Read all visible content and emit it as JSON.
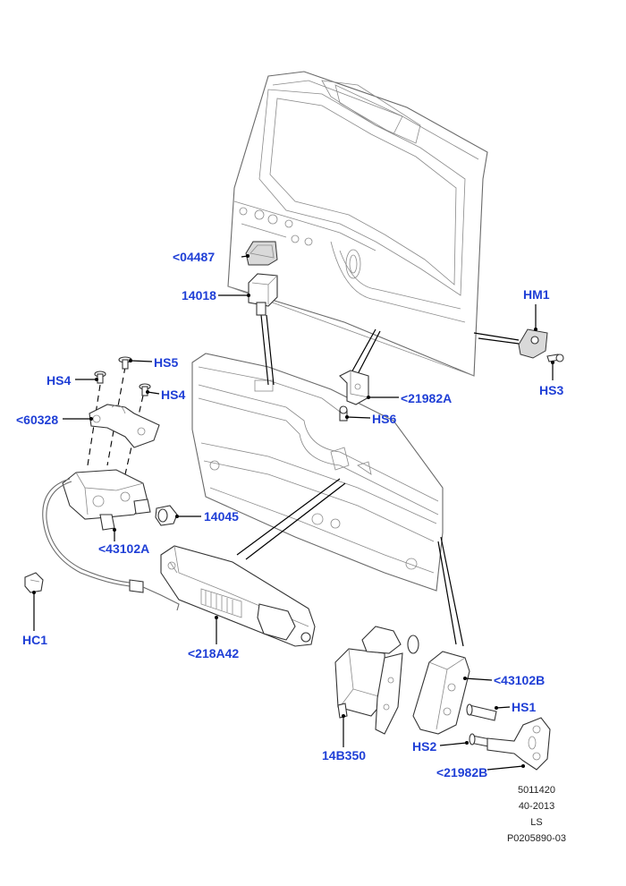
{
  "callouts": {
    "c04487": "<04487",
    "c14018": "14018",
    "hm1": "HM1",
    "hs3": "HS3",
    "hs5": "HS5",
    "hs4a": "HS4",
    "hs4b": "HS4",
    "c60328": "<60328",
    "c21982a": "<21982A",
    "hs6": "HS6",
    "c14045": "14045",
    "c43102a": "<43102A",
    "hc1": "HC1",
    "c218a42": "<218A42",
    "c43102b": "<43102B",
    "hs1": "HS1",
    "hs2": "HS2",
    "c14b350": "14B350",
    "c21982b": "<21982B"
  },
  "footer": {
    "line1": "5011420",
    "line2": "40-2013",
    "line3": "LS",
    "line4": "P0205890-03"
  },
  "colors": {
    "callout_text": "#1f3fd6",
    "outline": "#333333",
    "shading": "#d9d9d9"
  }
}
